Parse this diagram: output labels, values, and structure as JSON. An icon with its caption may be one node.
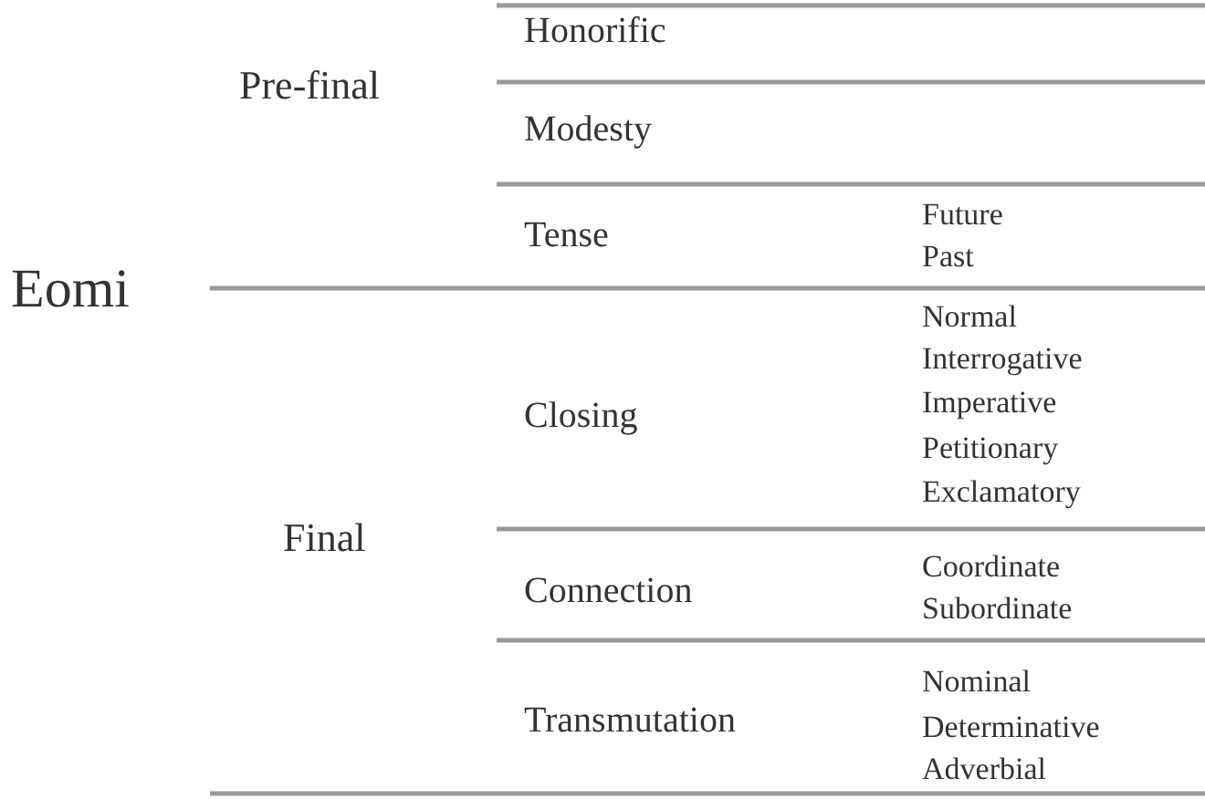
{
  "diagram": {
    "labels": [
      "Honorific",
      "Pre-final",
      "Modesty",
      "Future",
      "Tense",
      "Past",
      "Eomi",
      "Normal",
      "Interrogative",
      "Imperative",
      "Closing",
      "Petitionary",
      "Exclamatory",
      "Final",
      "Coordinate",
      "Connection",
      "Subordinate",
      "Nominal",
      "Transmutation",
      "Determinative",
      "Adverbial"
    ]
  }
}
